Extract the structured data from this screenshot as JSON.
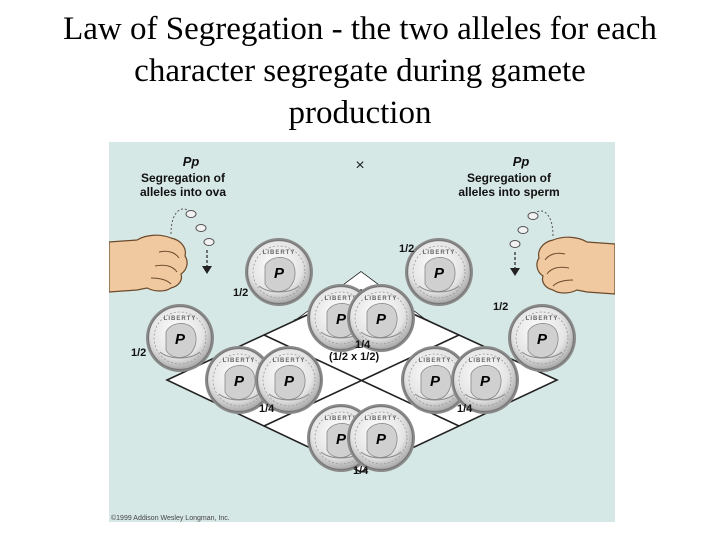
{
  "title": {
    "line1": "Law of Segregation -  the two alleles for each",
    "line2": "character segregate during gamete",
    "line3": "production"
  },
  "figure": {
    "left_parent": {
      "genotype": "Pp",
      "label_line1": "Segregation of",
      "label_line2": "alleles into ova"
    },
    "right_parent": {
      "genotype": "Pp",
      "label_line1": "Segregation of",
      "label_line2": "alleles into sperm"
    },
    "cross_symbol": "×",
    "coin_word": "LIBERTY",
    "allele_letter": "P",
    "fractions": {
      "ova_coin_top": "1/2",
      "ova_coin_left": "1/2",
      "sperm_coin_top": "1/2",
      "sperm_coin_right": "1/2",
      "cell_top": "1/4",
      "cell_top_product": "(1/2 x 1/2)",
      "cell_left": "1/4",
      "cell_right": "1/4",
      "cell_bottom": "1/4"
    },
    "credit": "©1999 Addison Wesley Longman, Inc.",
    "colors": {
      "background": "#d6e8e6",
      "coin_face": "#f2f2f2",
      "coin_shade": "#b9b9b9",
      "hand": "#f0c9a0"
    }
  }
}
